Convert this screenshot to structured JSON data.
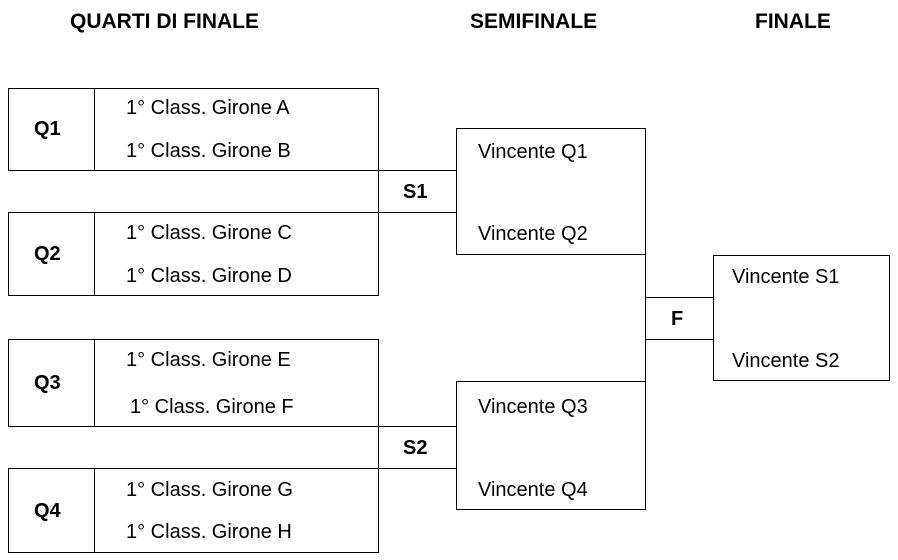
{
  "headers": {
    "quarti": "QUARTI DI FINALE",
    "semifinale": "SEMIFINALE",
    "finale": "FINALE"
  },
  "quarterfinals": [
    {
      "id": "Q1",
      "teams": [
        "1° Class. Girone A",
        "1° Class. Girone B"
      ]
    },
    {
      "id": "Q2",
      "teams": [
        "1° Class. Girone C",
        "1° Class. Girone D"
      ]
    },
    {
      "id": "Q3",
      "teams": [
        "1° Class. Girone E",
        "1° Class. Girone F"
      ]
    },
    {
      "id": "Q4",
      "teams": [
        "1° Class. Girone G",
        "1° Class. Girone H"
      ]
    }
  ],
  "semifinals": [
    {
      "id": "S1",
      "teams": [
        "Vincente Q1",
        "Vincente Q2"
      ]
    },
    {
      "id": "S2",
      "teams": [
        "Vincente Q3",
        "Vincente Q4"
      ]
    }
  ],
  "final": {
    "id": "F",
    "teams": [
      "Vincente S1",
      "Vincente S2"
    ]
  }
}
